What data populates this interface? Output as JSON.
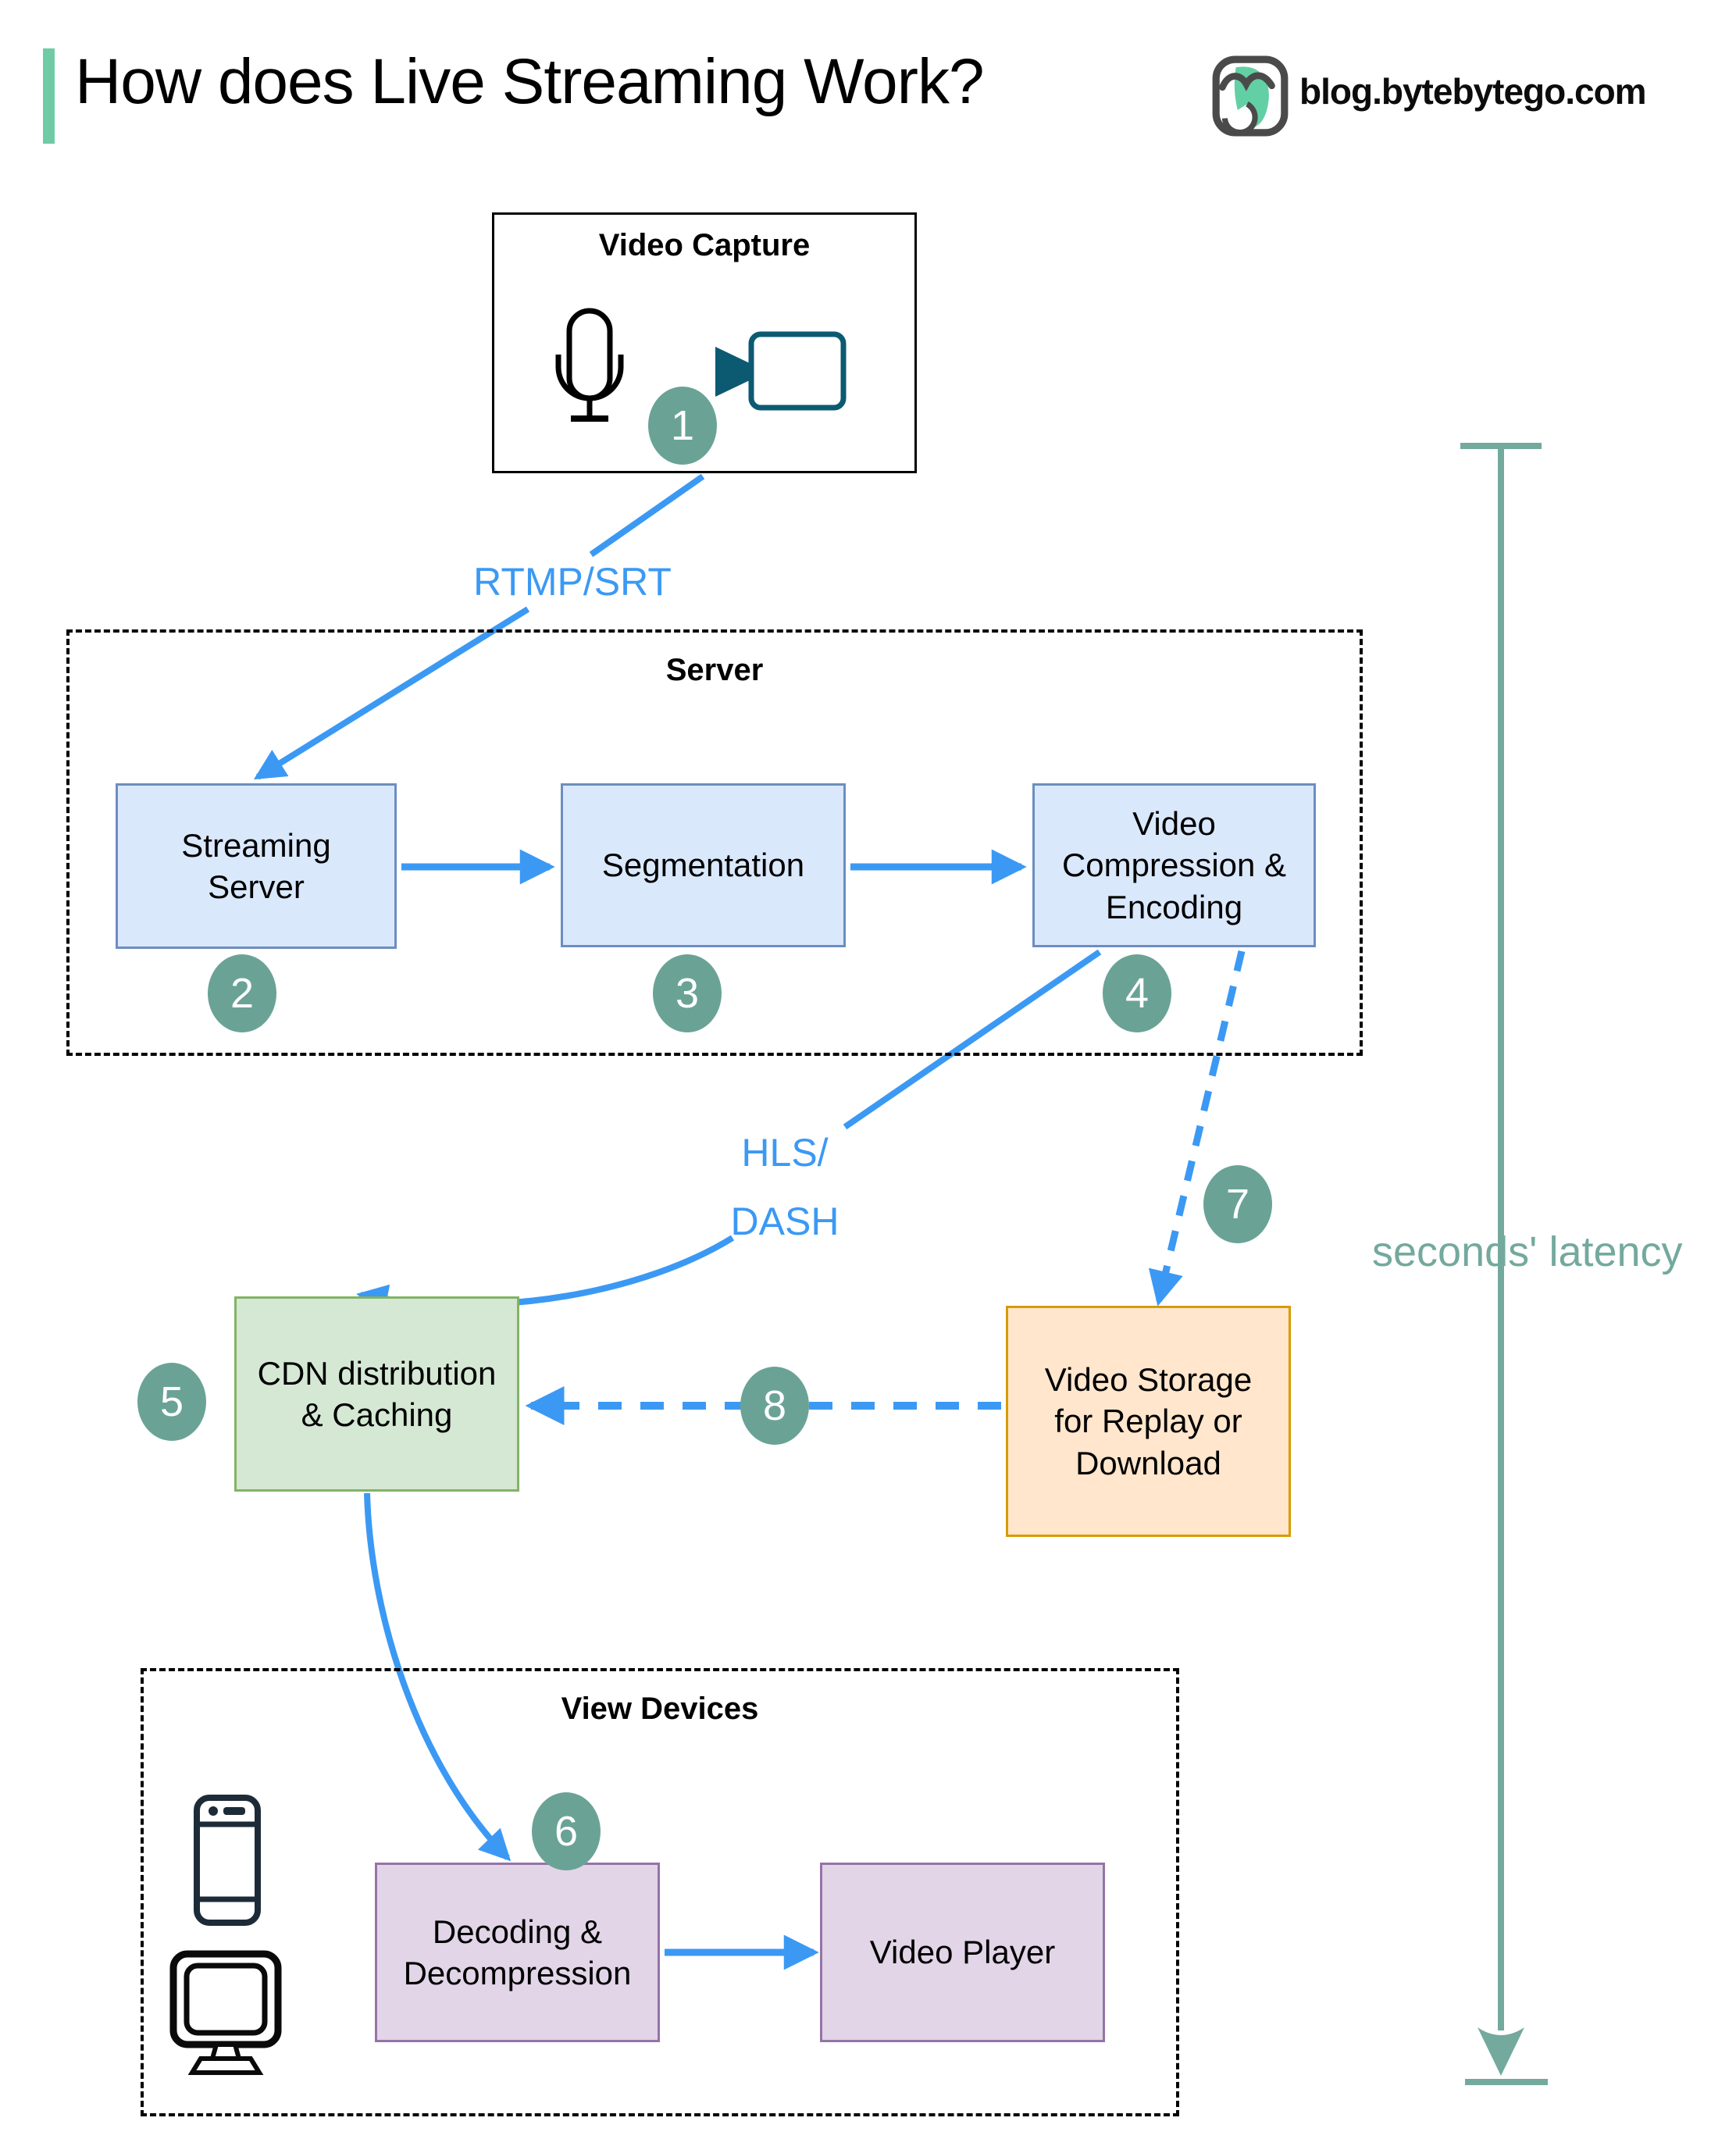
{
  "header": {
    "title": "How does Live Streaming Work?",
    "site": "blog.bytebytego.com"
  },
  "nodes": {
    "video_capture": {
      "label": "Video Capture"
    },
    "server_group": {
      "label": "Server"
    },
    "streaming_server": {
      "lines": [
        "Streaming",
        "Server"
      ]
    },
    "segmentation": {
      "lines": [
        "Segmentation"
      ]
    },
    "video_compression": {
      "lines": [
        "Video",
        "Compression &",
        "Encoding"
      ]
    },
    "cdn": {
      "lines": [
        "CDN distribution",
        "& Caching"
      ]
    },
    "video_storage": {
      "lines": [
        "Video Storage",
        "for Replay or",
        "Download"
      ]
    },
    "view_devices_group": {
      "label": "View Devices"
    },
    "decoding": {
      "lines": [
        "Decoding &",
        "Decompression"
      ]
    },
    "video_player": {
      "lines": [
        "Video Player"
      ]
    }
  },
  "edges": {
    "rtmp": "RTMP/SRT",
    "hls_line1": "HLS/",
    "hls_line2": "DASH",
    "latency": "seconds' latency"
  },
  "steps": [
    "1",
    "2",
    "3",
    "4",
    "5",
    "6",
    "7",
    "8"
  ],
  "icons": {
    "logo": "bytebytego-owl-icon",
    "microphone": "microphone-icon",
    "video_camera": "video-camera-icon",
    "smartphone": "smartphone-icon",
    "monitor": "monitor-icon"
  },
  "colors": {
    "accent_bar": "#6FCBA5",
    "arrow_blue": "#3B99F4",
    "node_blue_fill": "#DAE8FC",
    "node_blue_border": "#6C8EBF",
    "node_green_fill": "#D5E8D4",
    "node_green_border": "#82B366",
    "node_orange_fill": "#FFE6CC",
    "node_orange_border": "#D79B00",
    "node_purple_fill": "#E1D5E7",
    "node_purple_border": "#9673A6",
    "step_circle": "#6AA396",
    "latency": "#74A99D",
    "camera_icon": "#0B5A72"
  }
}
